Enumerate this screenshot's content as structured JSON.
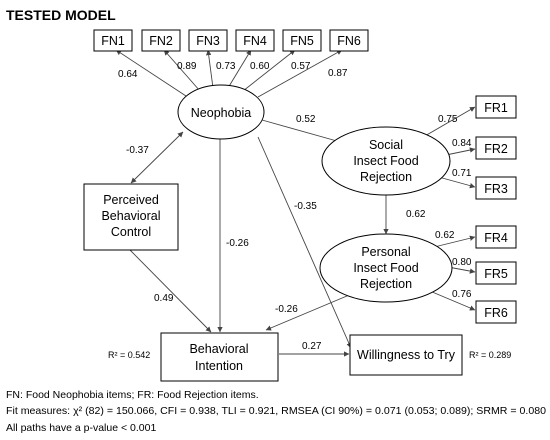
{
  "title": "TESTED MODEL",
  "fn_items": [
    "FN1",
    "FN2",
    "FN3",
    "FN4",
    "FN5",
    "FN6"
  ],
  "fn_loadings": [
    "0.64",
    "0.89",
    "0.73",
    "0.60",
    "0.57",
    "0.87"
  ],
  "fr_items": [
    "FR1",
    "FR2",
    "FR3",
    "FR4",
    "FR5",
    "FR6"
  ],
  "fr_loadings": [
    "0.75",
    "0.84",
    "0.71",
    "0.62",
    "0.80",
    "0.76"
  ],
  "nodes": {
    "neophobia": "Neophobia",
    "social": [
      "Social",
      "Insect Food",
      "Rejection"
    ],
    "personal": [
      "Personal",
      "Insect Food",
      "Rejection"
    ],
    "pbc": [
      "Perceived",
      "Behavioral",
      "Control"
    ],
    "bi": [
      "Behavioral",
      "Intention"
    ],
    "wtt": "Willingness to Try"
  },
  "paths": {
    "neo_social": "0.52",
    "neo_pbc": "-0.37",
    "social_personal": "0.62",
    "neo_bi": "-0.26",
    "neo_wtt": "-0.35",
    "pbc_bi": "0.49",
    "personal_bi": "-0.26",
    "bi_wtt": "0.27"
  },
  "r2": {
    "bi": "R² = 0.542",
    "wtt": "R² = 0.289"
  },
  "footnotes": [
    "FN: Food Neophobia items; FR: Food Rejection items.",
    "Fit measures: χ² (82) = 150.066, CFI = 0.938, TLI = 0.921, RMSEA (CI 90%) = 0.071 (0.053; 0.089); SRMR = 0.080",
    "All paths have a p-value < 0.001"
  ]
}
